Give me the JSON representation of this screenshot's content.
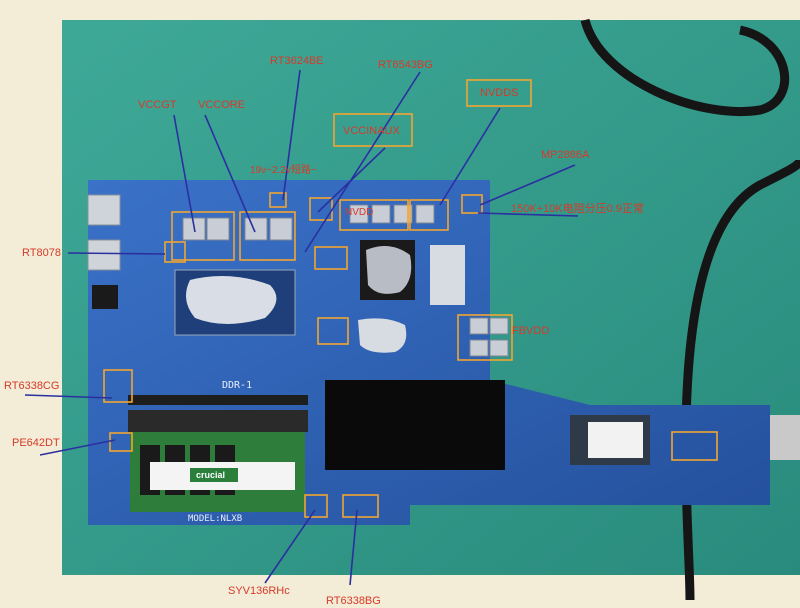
{
  "labels": {
    "rt3624be": "RT3624BE",
    "rt6543bg": "RT6543BG",
    "nvdds": "NVDDS",
    "vccgt": "VCCGT",
    "vccore": "VCCORE",
    "vccinaux": "VCCINAUX",
    "mp2886a": "MP2886A",
    "note_19v_line1": "19v~2.2v短路~",
    "note_19v_line2": "",
    "nvdd": "NVDD",
    "resistor_note": "150K+10K电阻分压0.9正常",
    "rt8078": "RT8078",
    "fbvdd": "FBVDD",
    "rt6338cg": "RT6338CG",
    "pe642dt": "PE642DT",
    "syv136rhc": "SYV136RHc",
    "rt6338bg": "RT6338BG"
  },
  "board": {
    "ddr_silk": "DDR-1",
    "model_silk": "MODEL:NLXB",
    "dimm_brand": "crucial"
  },
  "colors": {
    "background": "#f3ecd6",
    "mat": "#2f9a8a",
    "pcb": "#2a5db0",
    "label_text": "#d63a2a",
    "box_outline": "#f2a531",
    "pointer_line": "#2b2fa0"
  }
}
